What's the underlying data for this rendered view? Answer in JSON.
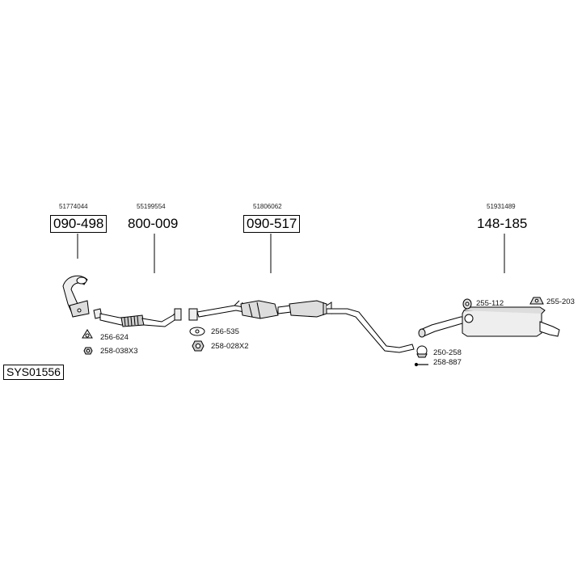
{
  "system_code": "SYS01556",
  "parts": [
    {
      "oem": "51774044",
      "number": "090-498",
      "boxed": true
    },
    {
      "oem": "55199554",
      "number": "800-009",
      "boxed": false
    },
    {
      "oem": "51806062",
      "number": "090-517",
      "boxed": true
    },
    {
      "oem": "51931489",
      "number": "148-185",
      "boxed": false
    }
  ],
  "hardware": {
    "gasket_1": "256-624",
    "nut_1": "258-038X3",
    "gasket_2": "256-535",
    "nut_2": "258-028X2",
    "rubber_mount_1": "255-112",
    "rubber_mount_2": "255-203",
    "clamp": "250-258",
    "bolt": "258-887"
  }
}
